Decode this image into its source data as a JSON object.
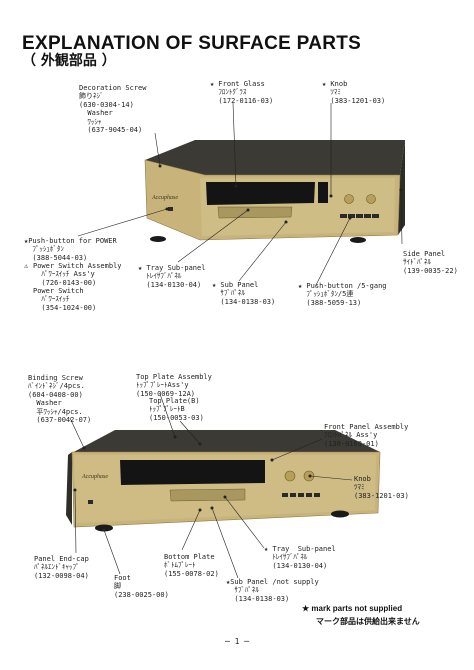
{
  "title": "EXPLANATION OF SURFACE PARTS",
  "subtitle": "（ 外観部品 ）",
  "top_labels": {
    "decoration_screw": "Decoration Screw\n飾りﾈｼﾞ\n(630-0304-14)\n  Washer\n  ﾜｯｼｬ\n  (637-9045-04)",
    "front_glass": "★ Front Glass\n  ﾌﾛﾝﾄｸﾞﾗｽ\n  (172-0116-03)",
    "knob": "★ Knob\n  ﾂﾏﾐ\n  (383-1201-03)",
    "push_button_power": "★Push-button for POWER\n  ﾌﾟｯｼｭﾎﾞﾀﾝ\n  (388-5044-03)",
    "power_switch_assembly": "Power Switch Assembly\n  ﾊﾟﾜｰｽｲｯﾁ Ass'y\n  (726-0143-00)",
    "power_switch": "Power Switch\n  ﾊﾟﾜｰｽｲｯﾁ\n  (354-1024-00)",
    "tray_sub_panel": "★ Tray Sub-panel\n  ﾄﾚｲｻﾌﾞﾊﾟﾈﾙ\n  (134-0130-04)",
    "sub_panel": "★ Sub Panel\n  ｻﾌﾞﾊﾟﾈﾙ\n  (134-0138-03)",
    "push_button_5gang": "★ Push-button /5-gang\n  ﾌﾟｯｼｭﾎﾞﾀﾝ/5連\n  (388-5059-13)",
    "side_panel": "Side Panel\nｻｲﾄﾞﾊﾟﾈﾙ\n(139-0035-22)"
  },
  "bottom_labels": {
    "binding_screw": "Binding Screw\nﾊﾞｲﾝﾄﾞﾈｼﾞ/4pcs.\n(604-0408-00)\n  Washer\n  平ﾜｯｼｬ/4pcs.\n  (637-0042-07)",
    "top_plate_assembly": "Top Plate Assembly\nﾄｯﾌﾟﾌﾟﾚｰﾄAss'y\n(150-0069-12A)",
    "top_plate_b": "Top Plate(B)\nﾄｯﾌﾟﾌﾟﾚｰﾄB\n(150-0053-03)",
    "front_panel_assembly": "Front Panel Assembly\nﾌﾛﾝﾄﾊﾟﾈﾙ Ass'y\n(130-0169-01)",
    "knob": "Knob\nﾂﾏﾐ\n(383-1201-03)",
    "tray_sub_panel": "★ Tray  Sub-panel\n  ﾄﾚｲｻﾌﾞﾊﾟﾈﾙ\n  (134-0130-04)",
    "panel_end_cap": "Panel End-cap\nﾊﾟﾈﾙｴﾝﾄﾞｷｬｯﾌﾟ\n(132-0098-04)",
    "bottom_plate": "Bottom Plate\nﾎﾞﾄﾑﾌﾟﾚｰﾄ\n(155-0078-02)",
    "foot": "Foot\n脚\n(238-0025-00)",
    "sub_panel_not_supply": "★Sub Panel /not supply\n  ｻﾌﾞﾊﾟﾈﾙ\n  (134-0138-03)"
  },
  "brand_logo": "Accuphase",
  "notes": {
    "mark_en": "★ mark parts not supplied",
    "mark_jp": "マーク部品は供給出来ません"
  },
  "page_number": "─ 1 ─",
  "colors": {
    "gold": "#c9b57a",
    "gold_dark": "#8f7c45",
    "black": "#141414",
    "chassis": "#3a3a36"
  }
}
